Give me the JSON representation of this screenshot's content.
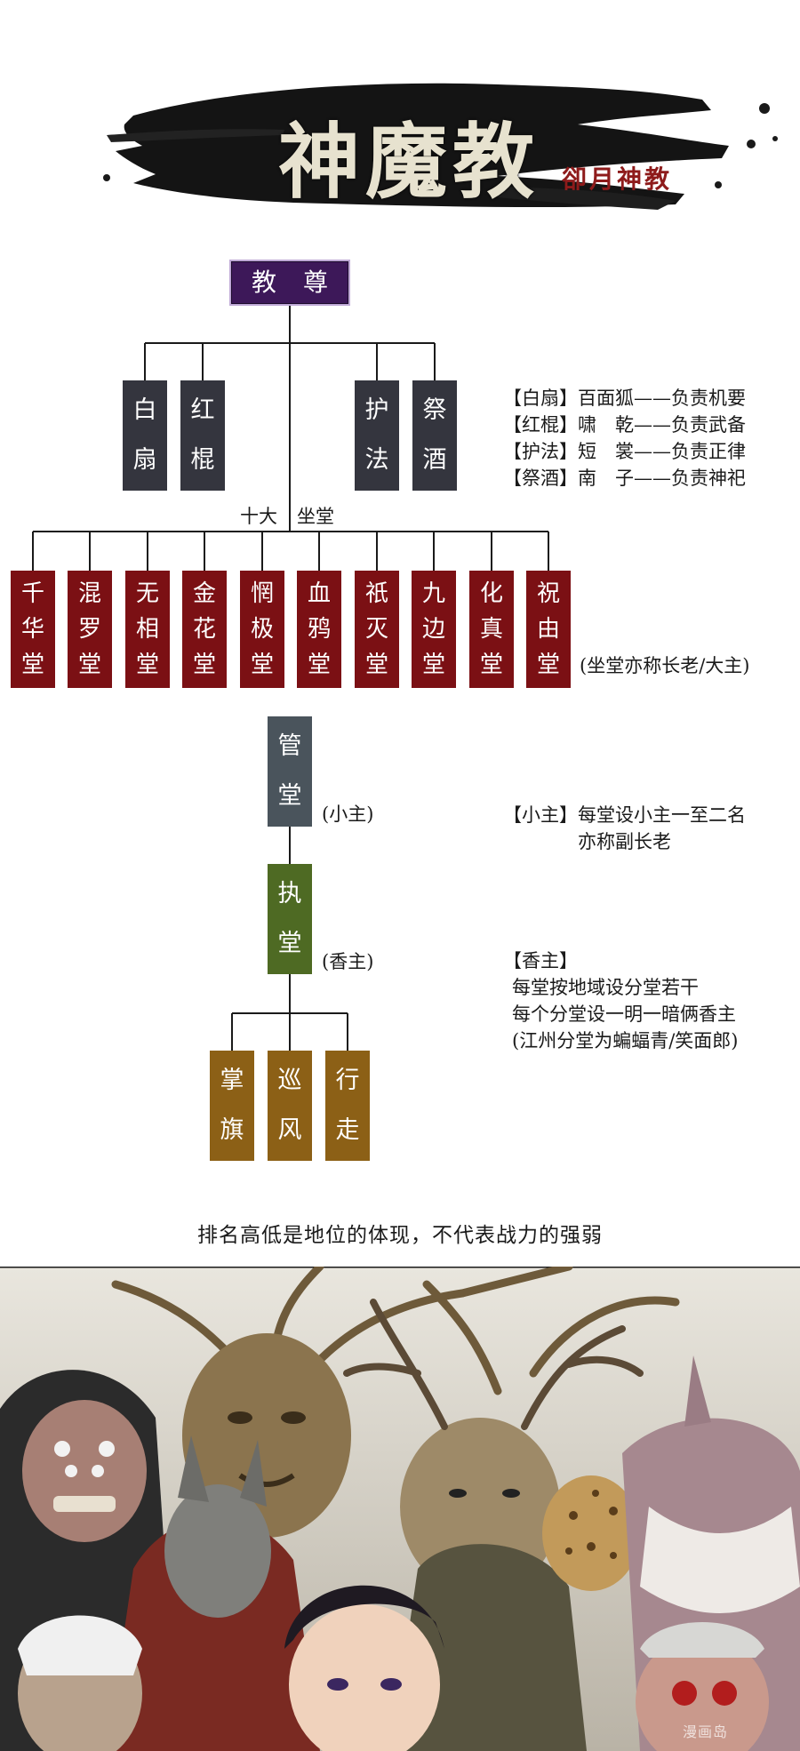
{
  "title": {
    "main": "神魔教",
    "subtitle": "卻月神教"
  },
  "colors": {
    "root": "#3d1859",
    "elders": "#34353e",
    "halls": "#7b1014",
    "guantang": "#4a545c",
    "zhitang": "#4e6a23",
    "field": "#8c6016"
  },
  "chart": {
    "root": [
      "教",
      "尊"
    ],
    "elders": [
      {
        "chars": [
          "白",
          "扇"
        ]
      },
      {
        "chars": [
          "红",
          "棍"
        ]
      },
      {
        "chars": [
          "护",
          "法"
        ]
      },
      {
        "chars": [
          "祭",
          "酒"
        ]
      }
    ],
    "halls_label_left": "十大",
    "halls_label_right": "坐堂",
    "halls": [
      {
        "chars": [
          "千",
          "华",
          "堂"
        ]
      },
      {
        "chars": [
          "混",
          "罗",
          "堂"
        ]
      },
      {
        "chars": [
          "无",
          "相",
          "堂"
        ]
      },
      {
        "chars": [
          "金",
          "花",
          "堂"
        ]
      },
      {
        "chars": [
          "惘",
          "极",
          "堂"
        ]
      },
      {
        "chars": [
          "血",
          "鸦",
          "堂"
        ]
      },
      {
        "chars": [
          "祇",
          "灭",
          "堂"
        ]
      },
      {
        "chars": [
          "九",
          "边",
          "堂"
        ]
      },
      {
        "chars": [
          "化",
          "真",
          "堂"
        ]
      },
      {
        "chars": [
          "祝",
          "由",
          "堂"
        ]
      }
    ],
    "halls_note": "(坐堂亦称长老/大主)",
    "guantang": {
      "chars": [
        "管",
        "堂"
      ],
      "label": "(小主)"
    },
    "zhitang": {
      "chars": [
        "执",
        "堂"
      ],
      "label": "(香主)"
    },
    "field": [
      {
        "chars": [
          "掌",
          "旗"
        ]
      },
      {
        "chars": [
          "巡",
          "风"
        ]
      },
      {
        "chars": [
          "行",
          "走"
        ]
      }
    ]
  },
  "notes": {
    "elders": [
      "【白扇】百面狐——负责机要",
      "【红棍】啸　乾——负责武备",
      "【护法】短　裳——负责正律",
      "【祭酒】南　子——负责神祀"
    ],
    "xiaozhu": [
      "【小主】每堂设小主一至二名",
      "　　　　亦称副长老"
    ],
    "xiangzhu": [
      "【香主】",
      "每堂按地域设分堂若干",
      "每个分堂设一明一暗俩香主",
      "(江州分堂为蝙蝠青/笑面郎)"
    ]
  },
  "footer": "排名高低是地位的体现，不代表战力的强弱",
  "watermark": "漫画岛"
}
